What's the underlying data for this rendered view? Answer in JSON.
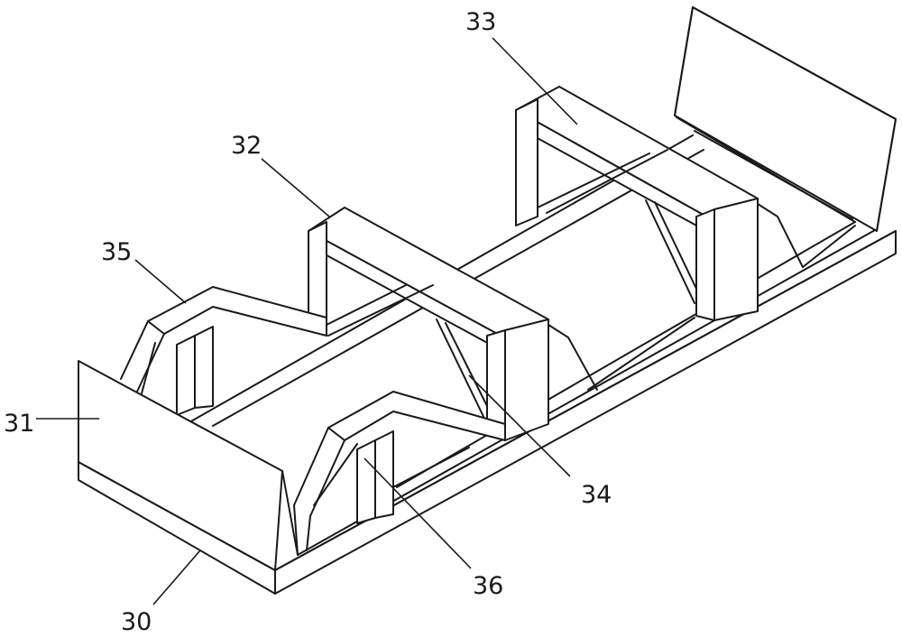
{
  "labels": {
    "base": "30",
    "end_plate": "31",
    "crossbeam_front": "32",
    "crossbeam_back": "33",
    "diagonal_brace": "34",
    "slanted_frame": "35",
    "support_post": "36"
  }
}
